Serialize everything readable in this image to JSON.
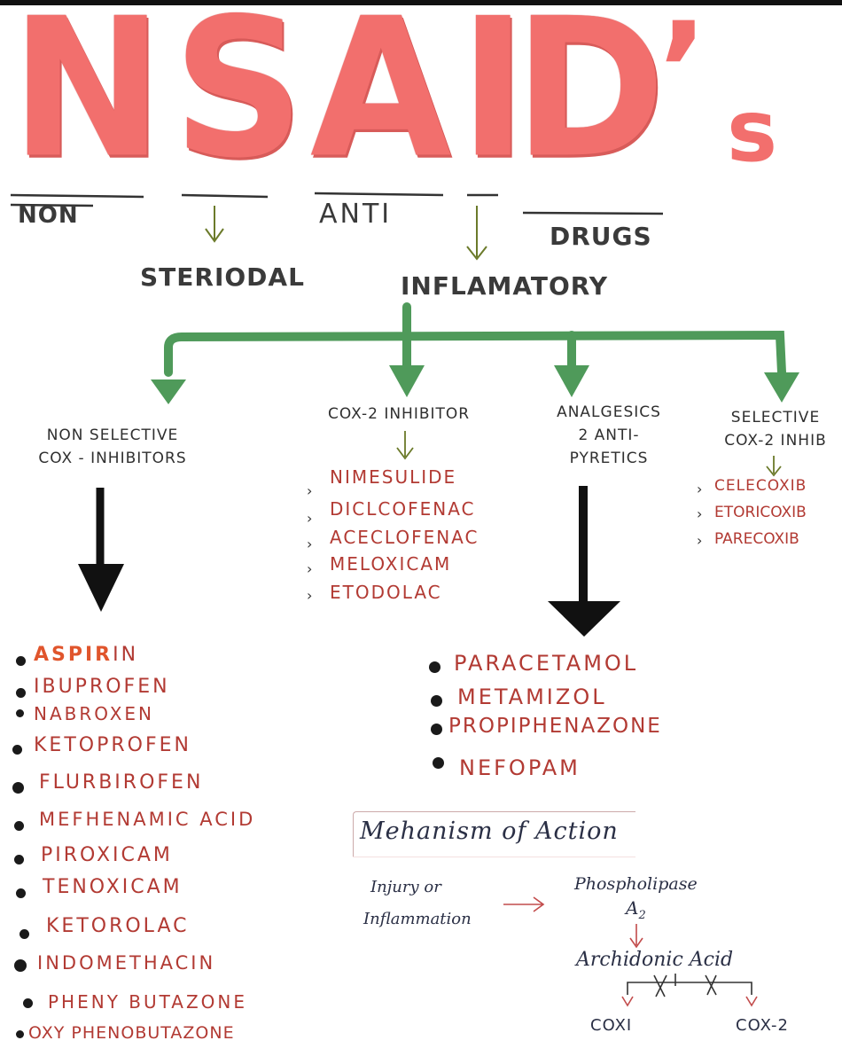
{
  "title": {
    "letters": [
      "N",
      "S",
      "A",
      "I",
      "D"
    ],
    "apostrophe": "’",
    "suffix": "s"
  },
  "expansion": {
    "non": "NON",
    "steroidal": "STERIODAL",
    "anti": "ANTI",
    "inflammatory": "INFLAMATORY",
    "drugs": "DRUGS"
  },
  "categories": {
    "non_selective": {
      "line1": "NON SELECTIVE",
      "line2": "COX - INHIBITORS"
    },
    "cox2_inhibitor": {
      "label": "COX-2 INHIBITOR"
    },
    "analgesics": {
      "line1": "ANALGESICS",
      "line2": "2 ANTI-",
      "line3": "PYRETICS"
    },
    "selective": {
      "line1": "SELECTIVE",
      "line2": "COX-2 INHIB"
    }
  },
  "cox2_drugs": [
    "NIMESULIDE",
    "DICLCOFENAC",
    "ACECLOFENAC",
    "MELOXICAM",
    "ETODOLAC"
  ],
  "selective_drugs": [
    "CELECOXIB",
    "ETORICOXIB",
    "PARECOXIB"
  ],
  "non_selective_drugs": {
    "first_highlight": "ASPIR",
    "first_rest": "IN",
    "rest": [
      "IBUPROFEN",
      "NABROXEN",
      "KETOPROFEN",
      "FLURBIROFEN",
      "MEFHENAMIC ACID",
      "PIROXICAM",
      "TENOXICAM",
      "KETOROLAC",
      "INDOMETHACIN",
      "PHENY BUTAZONE",
      "OXY PHENOBUTAZONE"
    ]
  },
  "analgesic_drugs": [
    "PARACETAMOL",
    "METAMIZOL",
    "PROPIPHENAZONE",
    "NEFOPAM"
  ],
  "mechanism": {
    "title": "Mehanism of Action",
    "injury_line1": "Injury or",
    "injury_line2": "Inflammation",
    "phospholipase": "Phospholipase",
    "a2": "A",
    "a2_sub": "2",
    "arachidonic": "Archidonic Acid",
    "cox1": "COXI",
    "cox2": "COX-2"
  },
  "colors": {
    "title": "#f26f6d",
    "arrow_green": "#4f9a5a",
    "drug_red": "#b23a33",
    "black_arrow": "#111111"
  }
}
